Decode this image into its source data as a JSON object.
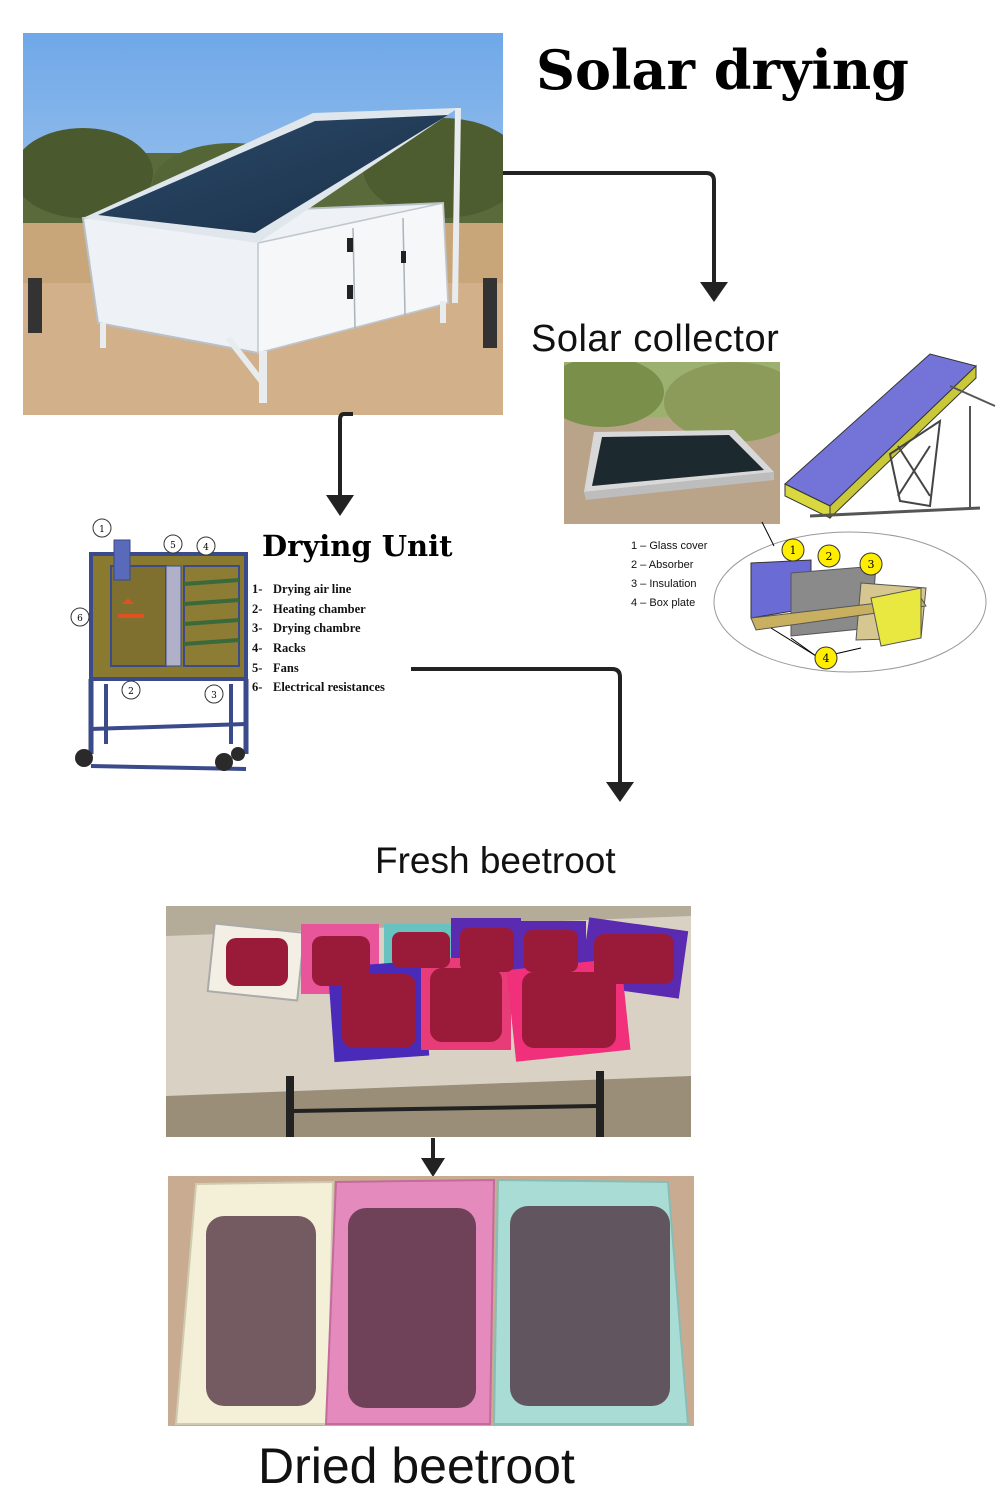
{
  "title": "Solar drying",
  "solar_collector": {
    "heading": "Solar collector",
    "legend": [
      {
        "num": "1",
        "sep": " – ",
        "label": "Glass cover"
      },
      {
        "num": "2",
        "sep": " – ",
        "label": "Absorber"
      },
      {
        "num": "3",
        "sep": " – ",
        "label": "Insulation"
      },
      {
        "num": "4",
        "sep": " – ",
        "label": "Box plate"
      }
    ],
    "callouts": [
      "1",
      "2",
      "3",
      "4"
    ]
  },
  "drying_unit": {
    "heading": "Drying Unit",
    "legend": [
      {
        "num": "1-",
        "label": "Drying air line"
      },
      {
        "num": "2-",
        "label": "Heating chamber"
      },
      {
        "num": "3-",
        "label": "Drying chambre"
      },
      {
        "num": "4-",
        "label": "Racks"
      },
      {
        "num": "5-",
        "label": "Fans"
      },
      {
        "num": "6-",
        "label": "Electrical resistances"
      }
    ],
    "callouts": [
      "1",
      "2",
      "3",
      "4",
      "5",
      "6"
    ]
  },
  "fresh_label": "Fresh beetroot",
  "dried_label": "Dried beetroot",
  "colors": {
    "arrow": "#222222",
    "collector_panel": "#6b6bd6",
    "collector_insulation": "#d6d640",
    "callout_fill": "#ffee00",
    "unit_frame": "#3a4a8a",
    "unit_chamber": "#8a7a30",
    "beet": "#9a1a3a",
    "dried_beet": "#4a2a3a"
  },
  "icons": [
    "arrow-down-icon"
  ]
}
